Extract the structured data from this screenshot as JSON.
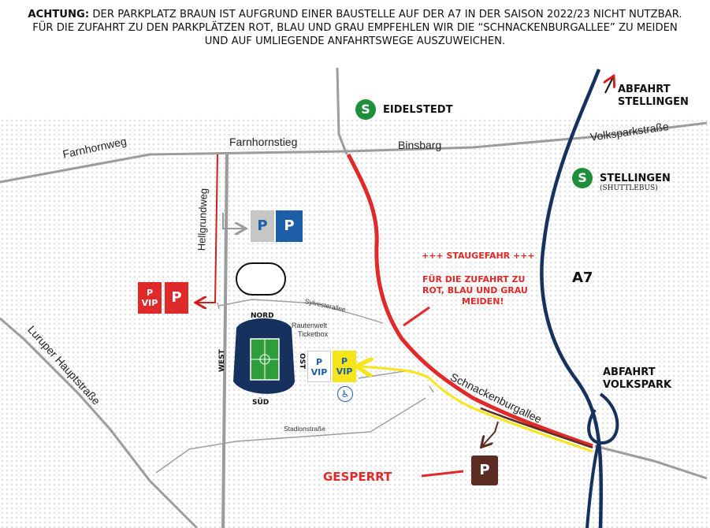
{
  "notice": {
    "lead": "ACHTUNG:",
    "line1": " DER PARKPLATZ BRAUN IST AUFGRUND EINER BAUSTELLE AUF DER A7 IN DER SAISON 2022/23 NICHT NUTZBAR.",
    "line2": "FÜR DIE ZUFAHRT ZU DEN PARKPLÄTZEN ROT, BLAU UND GRAU EMPFEHLEN WIR DIE “SCHNACKENBURGALLEE” ZU MEIDEN",
    "line3": "UND AUF UMLIEGENDE ANFAHRTSWEGE AUSZUWEICHEN."
  },
  "streets": {
    "farnhornweg": "Farnhornweg",
    "farnhornstieg": "Farnhornstieg",
    "binsbarg": "Binsbarg",
    "volksparkstrasse": "Volksparkstraße",
    "hellgrundweg": "Hellgrundweg",
    "luruper": "Luruper Hauptstraße",
    "sylvesterallee": "Sylvesterallee",
    "stadionstrasse": "Stadionstraße",
    "schnackenburgallee": "Schnackenburgallee"
  },
  "stations": {
    "eidelstedt": {
      "badge": "S",
      "name": "EIDELSTEDT"
    },
    "stellingen": {
      "badge": "S",
      "name": "STELLINGEN",
      "note": "(SHUTTLEBUS)"
    }
  },
  "exits": {
    "stellingen": [
      "ABFAHRT",
      "STELLINGEN"
    ],
    "volkspark": [
      "ABFAHRT",
      "VOLKSPARK"
    ]
  },
  "motorway": "A7",
  "parking": {
    "p": "P",
    "vip_top": "P",
    "vip_bottom": "VIP"
  },
  "warning": {
    "headline": "+++ STAUGEFAHR +++",
    "lines": [
      "FÜR DIE ZUFAHRT ZU",
      "ROT, BLAU UND GRAU",
      "MEIDEN!"
    ]
  },
  "closed": "GESPERRT",
  "stadium": {
    "nord": "NORD",
    "sued": "SÜD",
    "west": "WEST",
    "ost": "OST",
    "ticketbox": [
      "Rautenwelt",
      "Ticketbox"
    ]
  },
  "accessible_icon": "wheelchair-icon",
  "colors": {
    "red_lot": "#e02a2a",
    "blue_lot": "#1c5fa8",
    "grey_lot": "#c6c6c6",
    "brown_lot": "#5a2c22",
    "yellow_vip": "#f5e51a",
    "motorway": "#16315e",
    "s_bahn": "#1f8f3a",
    "jam_route": "#e02a2a"
  }
}
